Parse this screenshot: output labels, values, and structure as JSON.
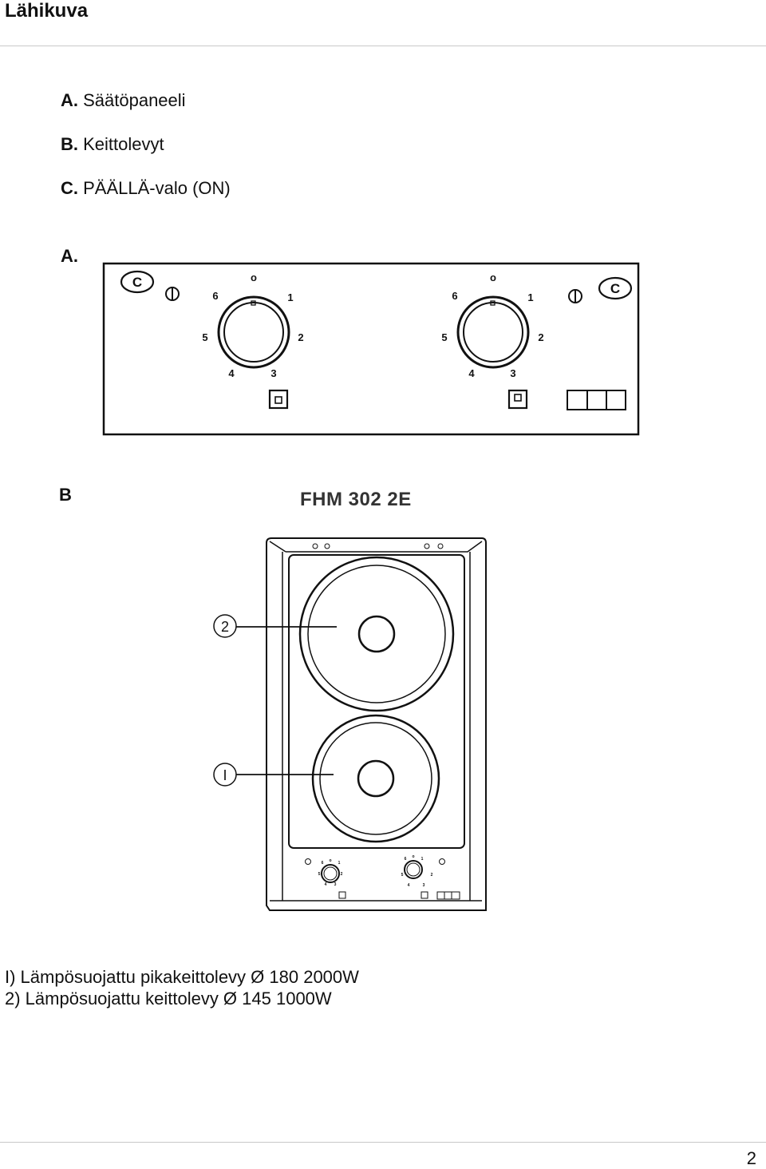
{
  "header": {
    "title": "Lähikuva"
  },
  "legend": [
    {
      "letter": "A.",
      "text": " Säätöpaneeli"
    },
    {
      "letter": "B.",
      "text": " Keittolevyt"
    },
    {
      "letter": "C.",
      "text": " PÄÄLLÄ-valo (ON)"
    }
  ],
  "panel": {
    "label": "A.",
    "on_light_letter": "C",
    "knob_scale": [
      "o",
      "1",
      "2",
      "3",
      "4",
      "5",
      "6"
    ]
  },
  "hob": {
    "label": "B",
    "model": "FHM 302 2E",
    "callouts": [
      "2",
      "I"
    ]
  },
  "captions": [
    "I) Lämpösuojattu pikakeittolevy Ø 180 2000W",
    "2) Lämpösuojattu keittolevy Ø 145 1000W"
  ],
  "footer": {
    "page_number": "2"
  }
}
